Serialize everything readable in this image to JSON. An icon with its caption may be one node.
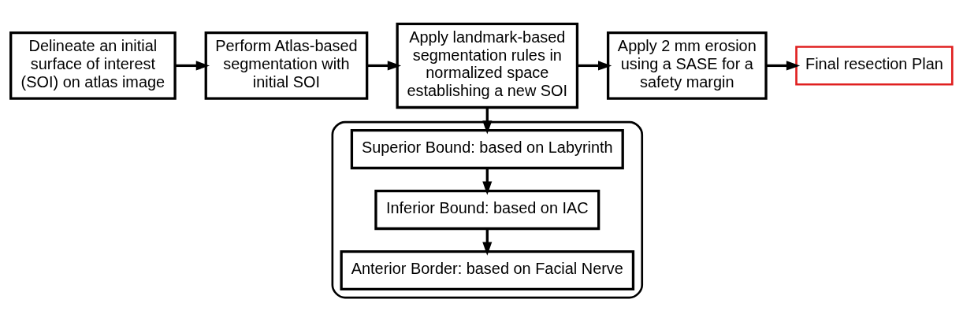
{
  "diagram": {
    "nodes": [
      {
        "text": [
          "Delineate an initial surface of interest (SOI) on atlas image"
        ]
      },
      {
        "text": [
          "Perform Atlas-based segmentation with initial SOI"
        ]
      },
      {
        "text": [
          "Apply landmark-based segmentation rules in normalized space establishing a new SOI"
        ]
      },
      {
        "text": [
          "Apply 2 mm erosion using a SASE for a safety margin"
        ]
      },
      {
        "text": [
          "Final resection Plan"
        ]
      },
      {
        "text": [],
        "shape": "box"
      },
      {
        "text": [
          "Superior Bound: based on Labyrinth"
        ],
        "in": 5
      },
      {
        "text": [
          "Inferior Bound: based on IAC"
        ],
        "in": 5
      },
      {
        "text": [
          "Anterior Border: based on Facial Nerve"
        ],
        "in": 5
      }
    ],
    "edges": [
      {
        "from": 0,
        "to": 1,
        "arrow": "to"
      },
      {
        "from": 1,
        "to": 2,
        "arrow": "to"
      },
      {
        "from": 2,
        "to": 3,
        "arrow": "to"
      },
      {
        "from": 3,
        "to": 4,
        "arrow": "to"
      },
      {
        "from": 2,
        "to": 6,
        "arrow": "to"
      },
      {
        "from": 6,
        "to": 7,
        "arrow": "to"
      },
      {
        "from": 7,
        "to": 8,
        "arrow": "to"
      }
    ]
  }
}
